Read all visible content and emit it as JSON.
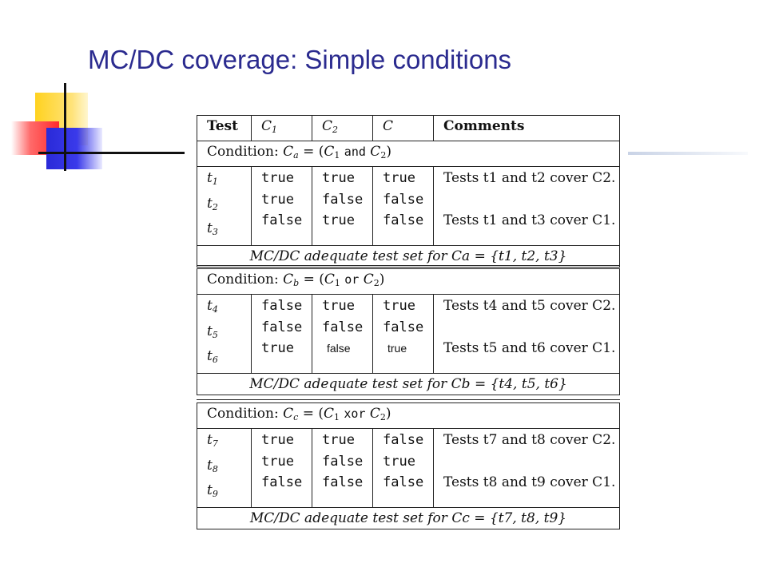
{
  "slide": {
    "title": "MC/DC coverage: Simple conditions"
  },
  "header": {
    "test": "Test",
    "c1": "C",
    "c1_sub": "1",
    "c2": "C",
    "c2_sub": "2",
    "c": "C",
    "comments": "Comments"
  },
  "blocks": [
    {
      "condition_label": "Condition:",
      "cond_var": "C",
      "cond_var_sub": "a",
      "cond_lhs_end": " = (",
      "cond_c1": "C",
      "cond_c1_sub": "1",
      "operator": "and",
      "cond_c2": "C",
      "cond_c2_sub": "2",
      "cond_close": ")",
      "rows": [
        {
          "test": "t",
          "test_sub": "1",
          "c1": "true",
          "c2": "true",
          "c": "true",
          "comment": "Tests t1 and t2 cover C2."
        },
        {
          "test": "t",
          "test_sub": "2",
          "c1": "true",
          "c2": "false",
          "c": "false",
          "comment": ""
        },
        {
          "test": "t",
          "test_sub": "3",
          "c1": "false",
          "c2": "true",
          "c": "false",
          "comment": "Tests t1 and t3 cover C1."
        }
      ],
      "footer": "MC/DC adequate test set for Ca = {t1, t2, t3}"
    },
    {
      "condition_label": "Condition:",
      "cond_var": "C",
      "cond_var_sub": "b",
      "cond_lhs_end": " = (",
      "cond_c1": "C",
      "cond_c1_sub": "1",
      "operator": "or",
      "cond_c2": "C",
      "cond_c2_sub": "2",
      "cond_close": ")",
      "rows": [
        {
          "test": "t",
          "test_sub": "4",
          "c1": "false",
          "c2": "true",
          "c": "true",
          "comment": "Tests t4 and t5 cover C2."
        },
        {
          "test": "t",
          "test_sub": "5",
          "c1": "false",
          "c2": "false",
          "c": "false",
          "comment": ""
        },
        {
          "test": "t",
          "test_sub": "6",
          "c1": "true",
          "c2": "false",
          "c": "true",
          "comment": "Tests t5 and t6 cover C1."
        }
      ],
      "footer": "MC/DC adequate test set for Cb = {t4, t5, t6}"
    },
    {
      "condition_label": "Condition:",
      "cond_var": "C",
      "cond_var_sub": "c",
      "cond_lhs_end": " = (",
      "cond_c1": "C",
      "cond_c1_sub": "1",
      "operator": "xor",
      "cond_c2": "C",
      "cond_c2_sub": "2",
      "cond_close": ")",
      "rows": [
        {
          "test": "t",
          "test_sub": "7",
          "c1": "true",
          "c2": "true",
          "c": "false",
          "comment": "Tests t7 and t8 cover C2."
        },
        {
          "test": "t",
          "test_sub": "8",
          "c1": "true",
          "c2": "false",
          "c": "true",
          "comment": ""
        },
        {
          "test": "t",
          "test_sub": "9",
          "c1": "false",
          "c2": "false",
          "c": "false",
          "comment": "Tests t8 and t9 cover C1."
        }
      ],
      "footer": "MC/DC adequate test set for Cc = {t7, t8, t9}"
    }
  ]
}
